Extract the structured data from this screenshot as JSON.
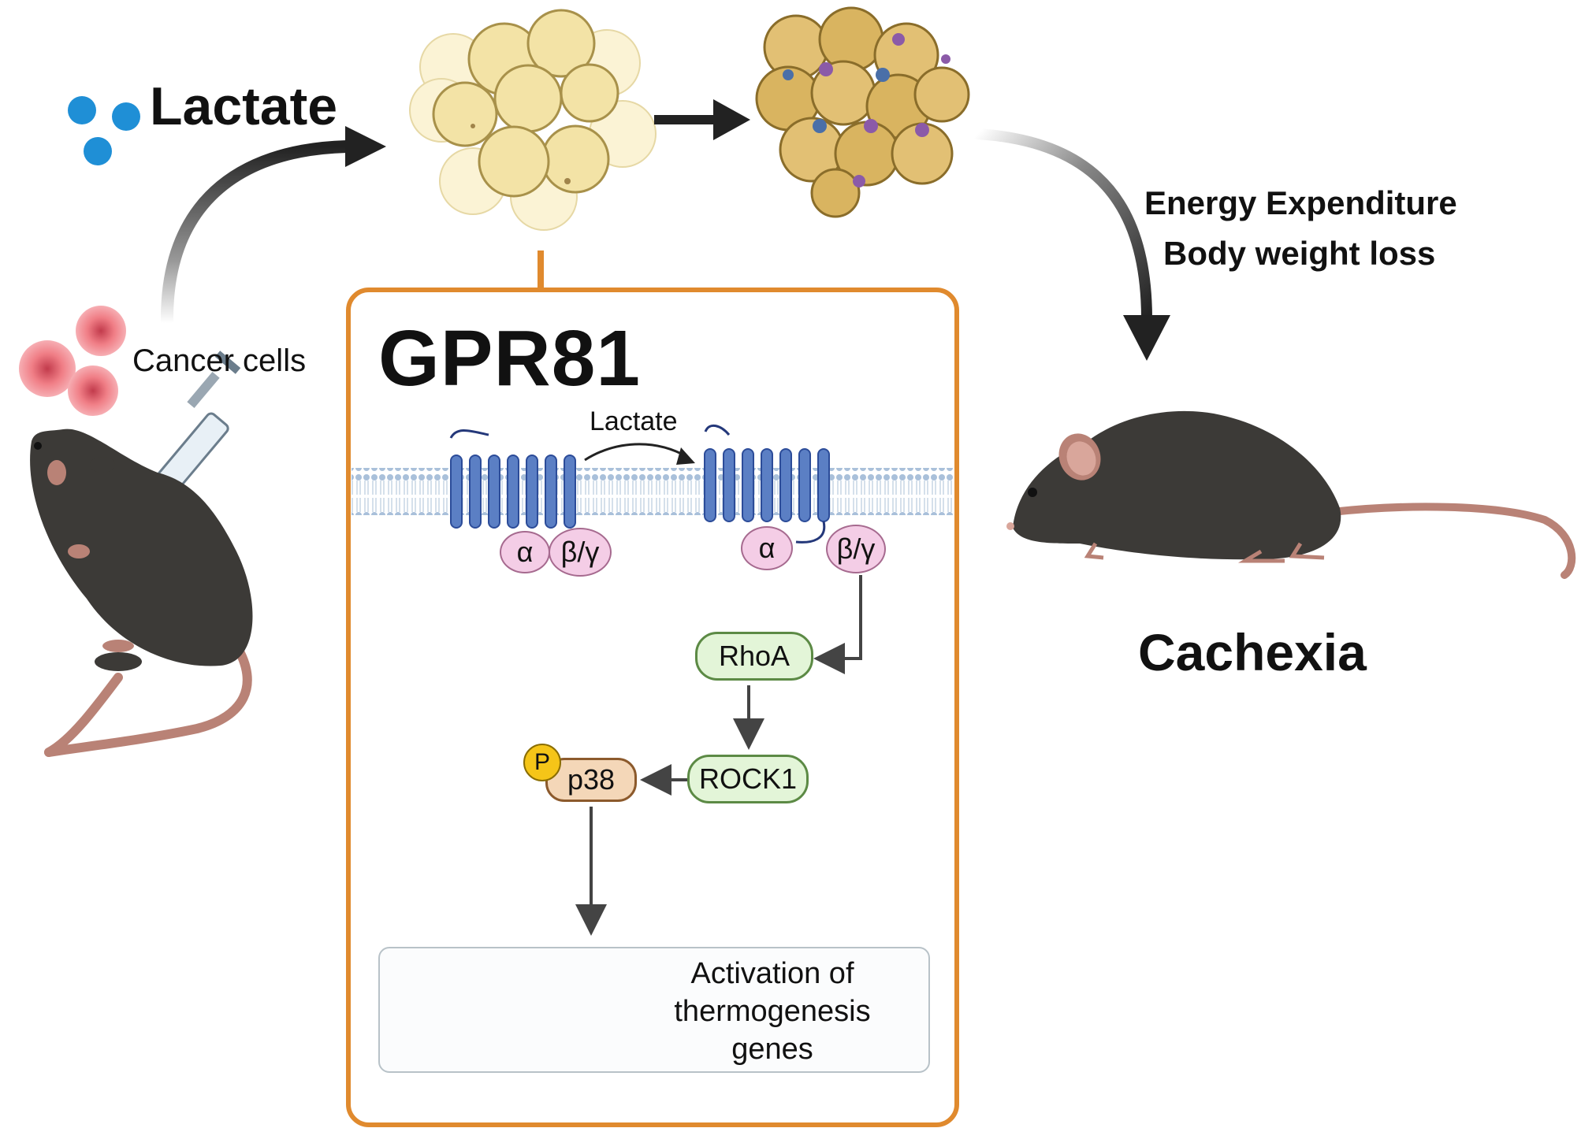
{
  "labels": {
    "lactate_title": "Lactate",
    "cancer_cells": "Cancer cells",
    "energy_expenditure": "Energy Expenditure",
    "body_weight_loss": "Body weight loss",
    "cachexia": "Cachexia"
  },
  "panel": {
    "title": "GPR81",
    "lactate": "Lactate",
    "alpha_left": "α",
    "betagamma_left": "β/γ",
    "alpha_right": "α",
    "betagamma_right": "β/γ",
    "rhoa": "RhoA",
    "rock1": "ROCK1",
    "p38": "p38",
    "phospho": "P",
    "gene_text": "Activation of thermogenesis genes"
  },
  "colors": {
    "panel_border": "#e08a2e",
    "receptor": "#5b7fc4",
    "membrane": "#a9c0da",
    "adipocyte": "#f3e3a6",
    "browned_adipocyte": "#d9b460",
    "mouse": "#3c3a37",
    "tail": "#b98276",
    "cancer_cell": "#f07e86",
    "lactate_dot": "#1f8fd6",
    "arrow": "#222222",
    "dna": "#1c6e8c",
    "transcription_arrow": "#1f9bd1"
  }
}
